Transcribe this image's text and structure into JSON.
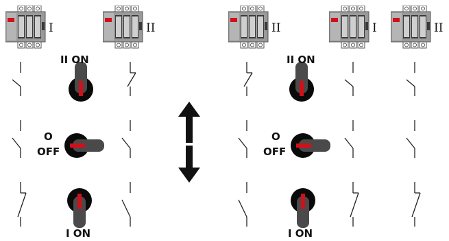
{
  "colors": {
    "knob_black": "#0a0a0a",
    "handle_grey": "#4a4a4a",
    "pointer_red": "#d0101a",
    "arrow_black": "#111111",
    "switch_body": "#9a9a9a",
    "switch_dark": "#3a3a3a",
    "line_color": "#222222"
  },
  "left_panel": {
    "units": [
      {
        "label": "I",
        "icon": "switch-disconnector-icon"
      },
      {
        "label": "II",
        "icon": "switch-disconnector-icon"
      }
    ],
    "positions": {
      "top": "II ON",
      "middle_line1": "O",
      "middle_line2": "OFF",
      "bottom": "I ON"
    },
    "handle_states": [
      "up",
      "horizontal",
      "down"
    ]
  },
  "right_panel": {
    "units": [
      {
        "label": "II",
        "icon": "switch-disconnector-icon"
      },
      {
        "label": "I",
        "icon": "switch-disconnector-icon"
      },
      {
        "label": "II",
        "icon": "switch-disconnector-icon"
      }
    ],
    "positions": {
      "top": "II ON",
      "middle_line1": "O",
      "middle_line2": "OFF",
      "bottom": "I ON"
    },
    "handle_states": [
      "up",
      "horizontal",
      "down"
    ]
  },
  "center_arrow": {
    "icon": "double-arrow-icon"
  }
}
